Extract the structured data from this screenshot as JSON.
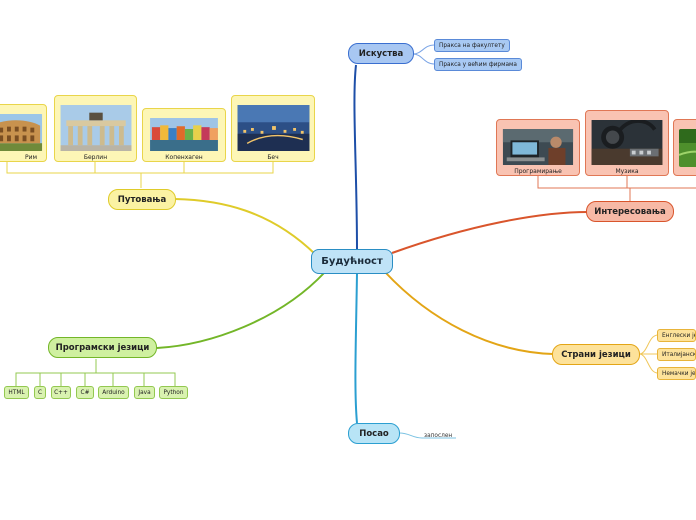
{
  "mindmap": {
    "root": "Будућност",
    "iskustva": {
      "label": "Искуства",
      "items": [
        "Пракса на факултету",
        "Пракса у већим фирмама"
      ]
    },
    "interesovanja": {
      "label": "Интересовања",
      "items": [
        "Програмирање",
        "Музика",
        ""
      ]
    },
    "strani_jezici": {
      "label": "Страни језици",
      "items": [
        "Енглески је",
        "Италијанско",
        "Немачки је"
      ]
    },
    "posao": {
      "label": "Посао",
      "items": [
        "запослен"
      ]
    },
    "programski_jezici": {
      "label": "Програмски језици",
      "items": [
        "HTML",
        "C",
        "C++",
        "C#",
        "Arduino",
        "Java",
        "Python"
      ]
    },
    "putovanja": {
      "label": "Путовања",
      "items": [
        "Рим",
        "Берлин",
        "Копенхаген",
        "Беч"
      ]
    }
  },
  "colors": {
    "iskustva": "#1e4fa8",
    "interesovanja": "#d9552c",
    "strani_jezici": "#e3a516",
    "posao": "#2b9fd1",
    "programski_jezici": "#73b628",
    "putovanja": "#dfcb2a"
  }
}
